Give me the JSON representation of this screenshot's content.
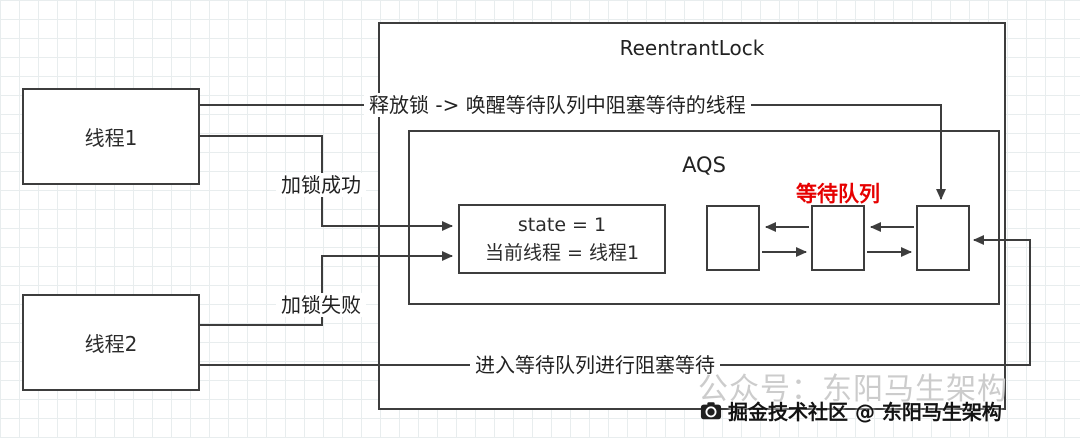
{
  "watermark_text": "公众号：东阳马生架构",
  "credit_text": "掘金技术社区 @ 东阳马生架构",
  "icons": {
    "credit": "camera-icon"
  },
  "diagram": {
    "container_title": "ReentrantLock",
    "aqs_title": "AQS",
    "wait_queue_label": "等待队列",
    "thread1_label": "线程1",
    "thread2_label": "线程2",
    "state_line1": "state = 1",
    "state_line2": "当前线程 = 线程1",
    "edge_release": "释放锁 -> 唤醒等待队列中阻塞等待的线程",
    "edge_lock_success": "加锁成功",
    "edge_lock_fail": "加锁失败",
    "edge_enter_queue": "进入等待队列进行阻塞等待",
    "colors": {
      "line": "#3d3d3d",
      "wait_queue_red": "#e60000",
      "watermark_gray": "#cccccc"
    }
  }
}
